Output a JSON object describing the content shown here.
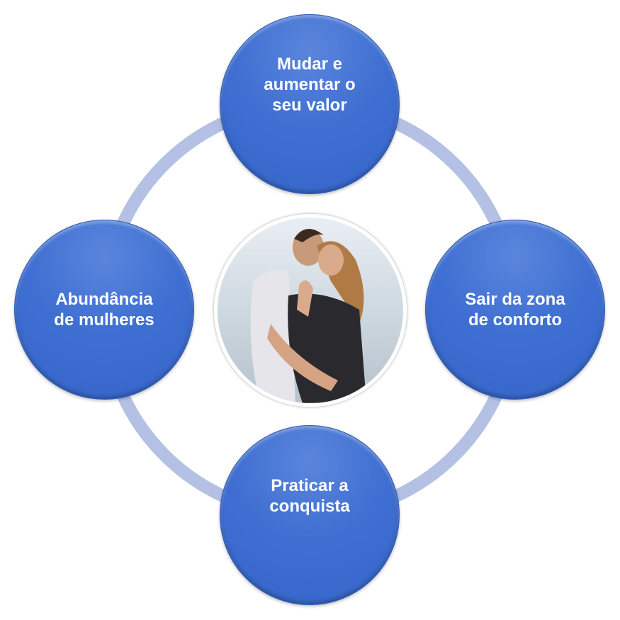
{
  "nodes": {
    "top": "Mudar e\naumentar o\nseu valor",
    "right": "Sair da zona\nde conforto",
    "bottom": "Praticar a\nconquista",
    "left": "Abundância\nde mulheres"
  },
  "colors": {
    "node": "#3f6fd2",
    "ring": "#b4c0e4"
  }
}
